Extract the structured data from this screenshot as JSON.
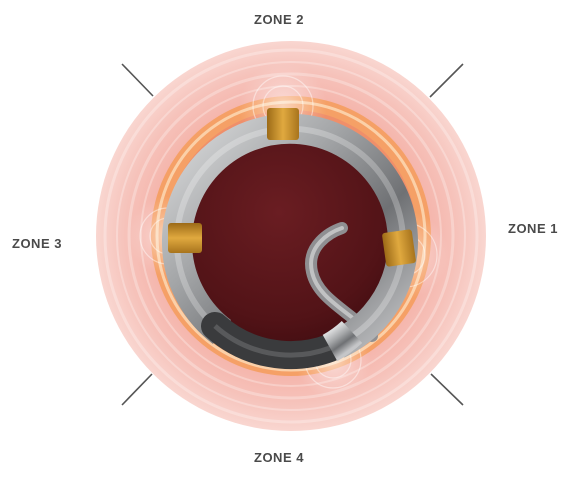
{
  "zones": {
    "zone1": "ZONE 1",
    "zone2": "ZONE 2",
    "zone3": "ZONE 3",
    "zone4": "ZONE 4"
  },
  "colors": {
    "outer_tissue": "#f4b9b1",
    "mid_tissue": "#ef9f92",
    "orange_ring": "#f7a765",
    "lumen": "#561419",
    "electrode_gold": "#c98f2b",
    "catheter_silver": "#9ea0a2",
    "catheter_dark": "#3a3b3d",
    "divider_lines": "#555555"
  }
}
